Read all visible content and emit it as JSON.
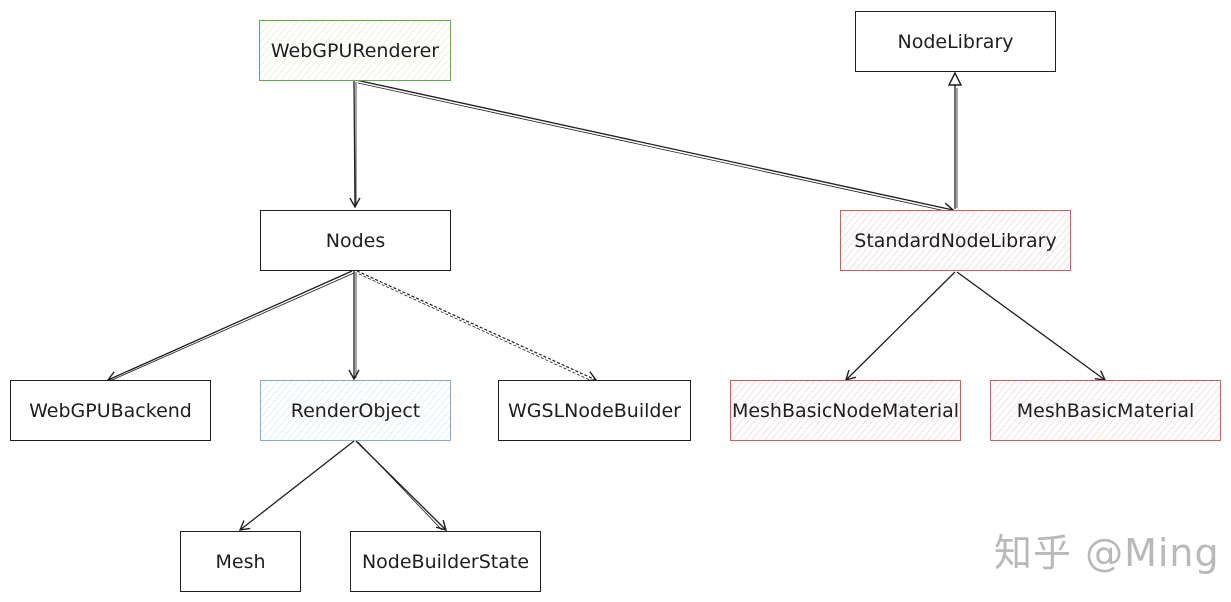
{
  "nodes": {
    "webgpu_renderer": "WebGPURenderer",
    "node_library": "NodeLibrary",
    "nodes": "Nodes",
    "standard_node_library": "StandardNodeLibrary",
    "webgpu_backend": "WebGPUBackend",
    "render_object": "RenderObject",
    "wgsl_node_builder": "WGSLNodeBuilder",
    "mesh_basic_node_material": "MeshBasicNodeMaterial",
    "mesh_basic_material": "MeshBasicMaterial",
    "mesh": "Mesh",
    "node_builder_state": "NodeBuilderState"
  },
  "watermark": "知乎 @Ming",
  "colors": {
    "stroke": "#1e1e1e",
    "green": "#6aa84f",
    "blue": "#8aa8c8",
    "red": "#c9625f",
    "watermark": "#b9b9b9"
  }
}
